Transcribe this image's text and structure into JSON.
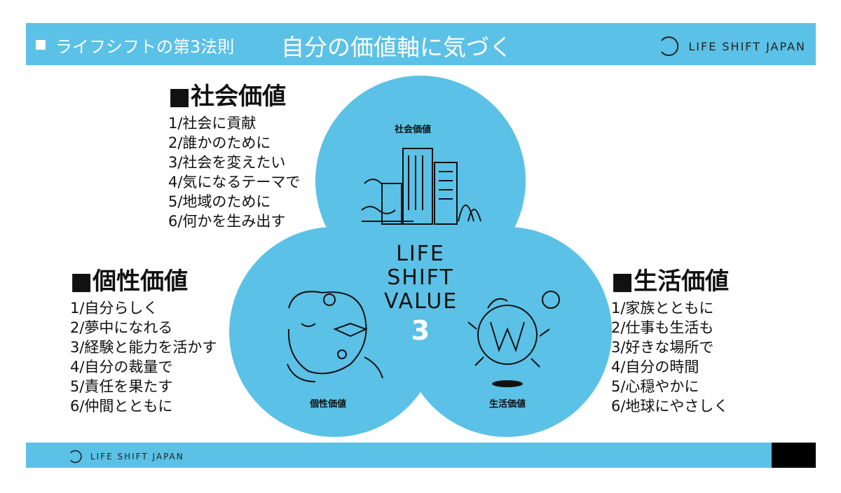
{
  "header": {
    "subtitle": "ライフシフトの第3法則",
    "title": "自分の価値軸に気づく",
    "logo_text": "LIFE SHIFT JAPAN"
  },
  "footer": {
    "logo_text": "LIFE SHIFT JAPAN"
  },
  "colors": {
    "accent": "#5bc1e6",
    "text": "#111111"
  },
  "diagram": {
    "center_lines": [
      "LIFE",
      "SHIFT",
      "VALUE"
    ],
    "center_number": "3",
    "circles": {
      "social": {
        "label": "社会価値",
        "icon": "city-buildings-illustration"
      },
      "individual": {
        "label": "個性価値",
        "icon": "face-books-illustration"
      },
      "life": {
        "label": "生活価値",
        "icon": "globe-life-illustration"
      }
    }
  },
  "sections": {
    "social": {
      "title": "■社会価値",
      "items": [
        "1/社会に貢献",
        "2/誰かのために",
        "3/社会を変えたい",
        "4/気になるテーマで",
        "5/地域のために",
        "6/何かを生み出す"
      ]
    },
    "individual": {
      "title": "■個性価値",
      "items": [
        "1/自分らしく",
        "2/夢中になれる",
        "3/経験と能力を活かす",
        "4/自分の裁量で",
        "5/責任を果たす",
        "6/仲間とともに"
      ]
    },
    "life": {
      "title": "■生活価値",
      "items": [
        "1/家族とともに",
        "2/仕事も生活も",
        "3/好きな場所で",
        "4/自分の時間",
        "5/心穏やかに",
        "6/地球にやさしく"
      ]
    }
  }
}
